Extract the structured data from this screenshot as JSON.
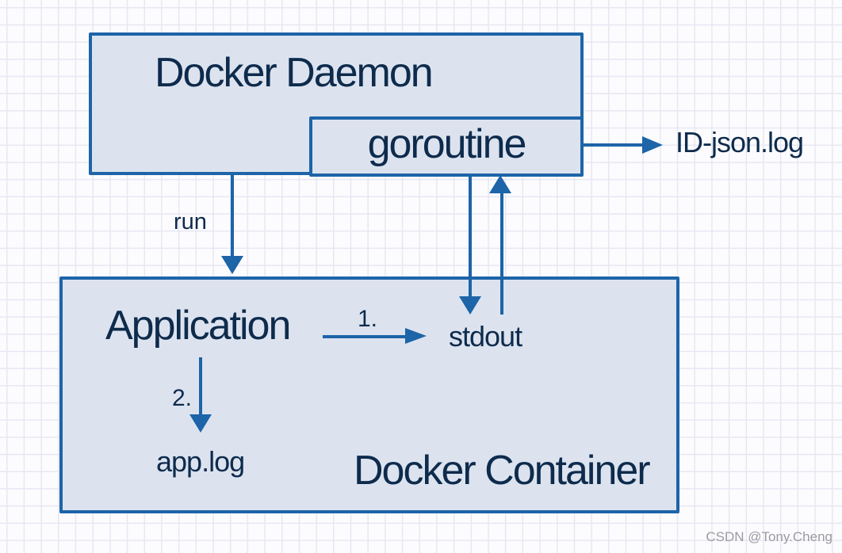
{
  "colors": {
    "stroke": "#1d64a8",
    "fill": "#dce3ef",
    "text": "#0e2b4c",
    "grid": "#e7e7f3",
    "watermark": "#9b9ba0"
  },
  "nodes": {
    "docker_daemon": {
      "label": "Docker Daemon"
    },
    "goroutine": {
      "label": "goroutine"
    },
    "docker_container": {
      "label": "Docker Container"
    },
    "application": {
      "label": "Application"
    },
    "stdout": {
      "label": "stdout"
    },
    "app_log": {
      "label": "app.log"
    },
    "id_json_log": {
      "label": "ID-json.log"
    }
  },
  "edges": {
    "run": {
      "label": "run"
    },
    "step1": {
      "label": "1."
    },
    "step2": {
      "label": "2."
    }
  },
  "watermark": {
    "text": "CSDN @Tony.Cheng"
  }
}
